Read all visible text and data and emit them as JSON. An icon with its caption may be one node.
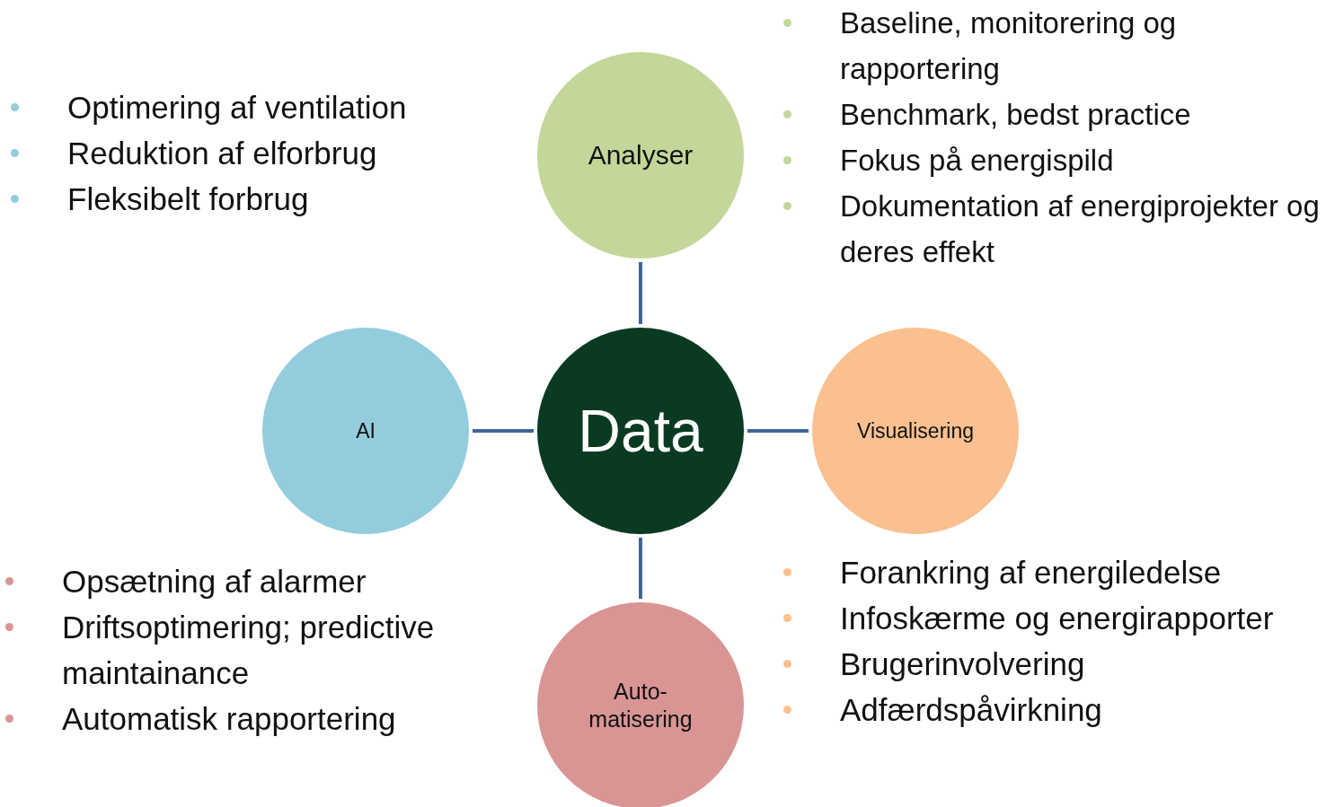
{
  "diagram": {
    "nodes": [
      {
        "text": [
          "Data"
        ]
      },
      {
        "text": [
          "Analyser"
        ],
        "beside": [
          "Baseline, monitorering og rapportering",
          "Benchmark, bedst practice",
          "Fokus på energispild",
          "Dokumentation af energiprojekter og deres effekt"
        ]
      },
      {
        "text": [
          "AI"
        ],
        "beside": [
          "Optimering af ventilation",
          "Reduktion af elforbrug",
          "Fleksibelt forbrug"
        ]
      },
      {
        "text": [
          "Visualisering"
        ],
        "beside": [
          "Forankring af energiledelse",
          "Infoskærme og energirapporter",
          "Brugerinvolvering",
          "Adfærdspåvirkning"
        ]
      },
      {
        "text": [
          "Auto-matisering"
        ],
        "beside": [
          "Opsætning af alarmer",
          "Driftsoptimering; predictive maintainance",
          "Automatisk rapportering"
        ]
      }
    ],
    "edges": [
      {
        "from": 1,
        "to": 0,
        "arrow": "none"
      },
      {
        "from": 2,
        "to": 0,
        "arrow": "none"
      },
      {
        "from": 0,
        "to": 3,
        "arrow": "none"
      },
      {
        "from": 0,
        "to": 4,
        "arrow": "none"
      }
    ]
  }
}
